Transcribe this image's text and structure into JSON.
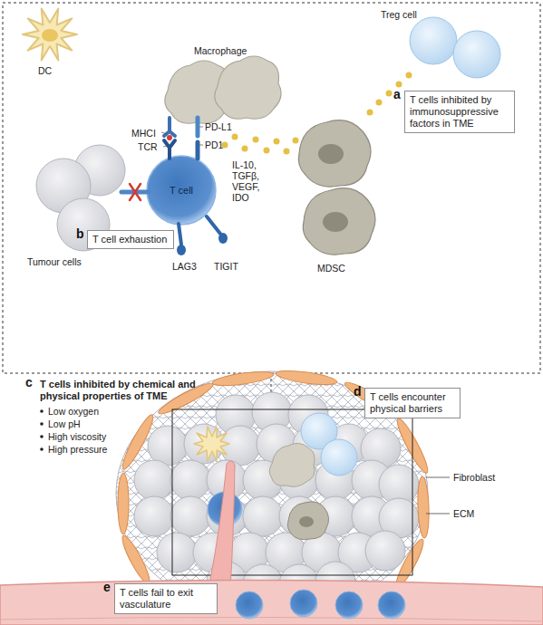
{
  "diagram": {
    "nodes": [
      {
        "text": [
          "a",
          "T cells inhibited by immunosuppressive factors in TME"
        ]
      },
      {
        "text": [
          "T cell"
        ]
      },
      {
        "text": [
          "b",
          "T cell exhaustion"
        ]
      },
      {
        "text": [
          "d",
          "T cells encounter physical barriers"
        ]
      },
      {
        "text": [
          "e",
          "T cells fail to exit vasculature"
        ]
      }
    ],
    "labels": [
      "DC",
      "Macrophage",
      "Treg cell",
      "MHCI",
      "PD-L1",
      "TCR",
      "PD1",
      "IL-10, TGFβ, VEGF, IDO",
      "MDSC",
      "Tumour cells",
      "LAG3",
      "TIGIT",
      "c",
      "T cells inhibited by chemical and physical properties of TME",
      "Low oxygen",
      "Low pH",
      "High viscosity",
      "High pressure",
      "Fibroblast",
      "ECM"
    ]
  }
}
